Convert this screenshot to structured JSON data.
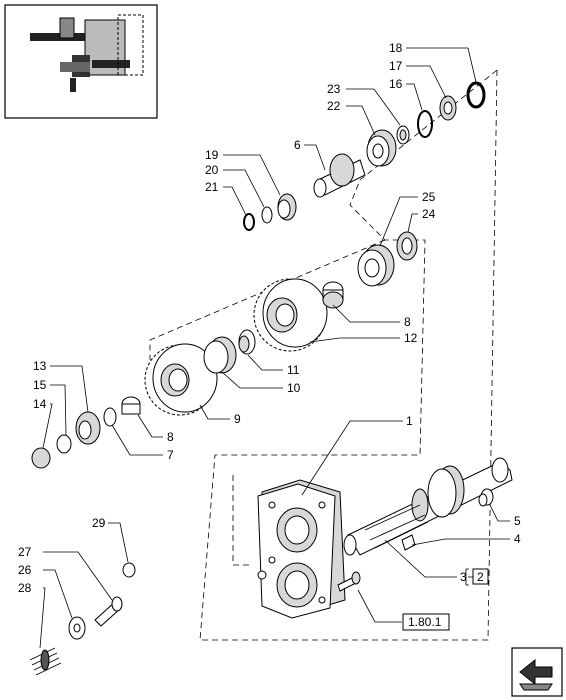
{
  "callouts": {
    "c1": "1",
    "c2": "2",
    "c3": "3",
    "c4": "4",
    "c5": "5",
    "c6": "6",
    "c7": "7",
    "c8a": "8",
    "c8b": "8",
    "c9": "9",
    "c10": "10",
    "c11": "11",
    "c12": "12",
    "c13": "13",
    "c14": "14",
    "c15": "15",
    "c16": "16",
    "c17": "17",
    "c18": "18",
    "c19": "19",
    "c20": "20",
    "c21": "21",
    "c22": "22",
    "c23": "23",
    "c24": "24",
    "c25": "25",
    "c26": "26",
    "c27": "27",
    "c28": "28",
    "c29": "29"
  },
  "refs": {
    "box2": "2",
    "box180": "1.80.1"
  },
  "icons": {
    "thumbnail": "assembly-thumbnail-icon",
    "next": "next-page-arrow-icon"
  },
  "colors": {
    "line": "#000000",
    "shade": "#d8d8d8",
    "background": "#ffffff"
  }
}
